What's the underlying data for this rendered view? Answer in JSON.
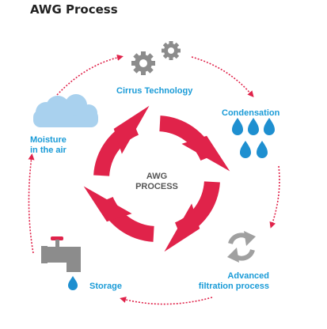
{
  "title": "AWG Process",
  "center": {
    "line1": "AWG",
    "line2": "PROCESS"
  },
  "steps": {
    "cirrus": {
      "label": "Cirrus Technology",
      "icon": "gears-icon"
    },
    "condensation": {
      "label": "Condensation",
      "icon": "water-drops-icon"
    },
    "filtration": {
      "line1": "Advanced",
      "line2": "filtration process",
      "icon": "recycle-arrows-icon"
    },
    "storage": {
      "label": "Storage",
      "icon": "faucet-icon"
    },
    "moisture": {
      "line1": "Moisture",
      "line2": "in the air",
      "icon": "cloud-icon"
    }
  },
  "colors": {
    "accent_red": "#e0234a",
    "label_blue": "#1a9bd7",
    "drop_blue": "#1e8fd0",
    "gear_gray": "#8c8c8c",
    "cloud_blue": "#a9d1ee",
    "center_text": "#555555"
  }
}
